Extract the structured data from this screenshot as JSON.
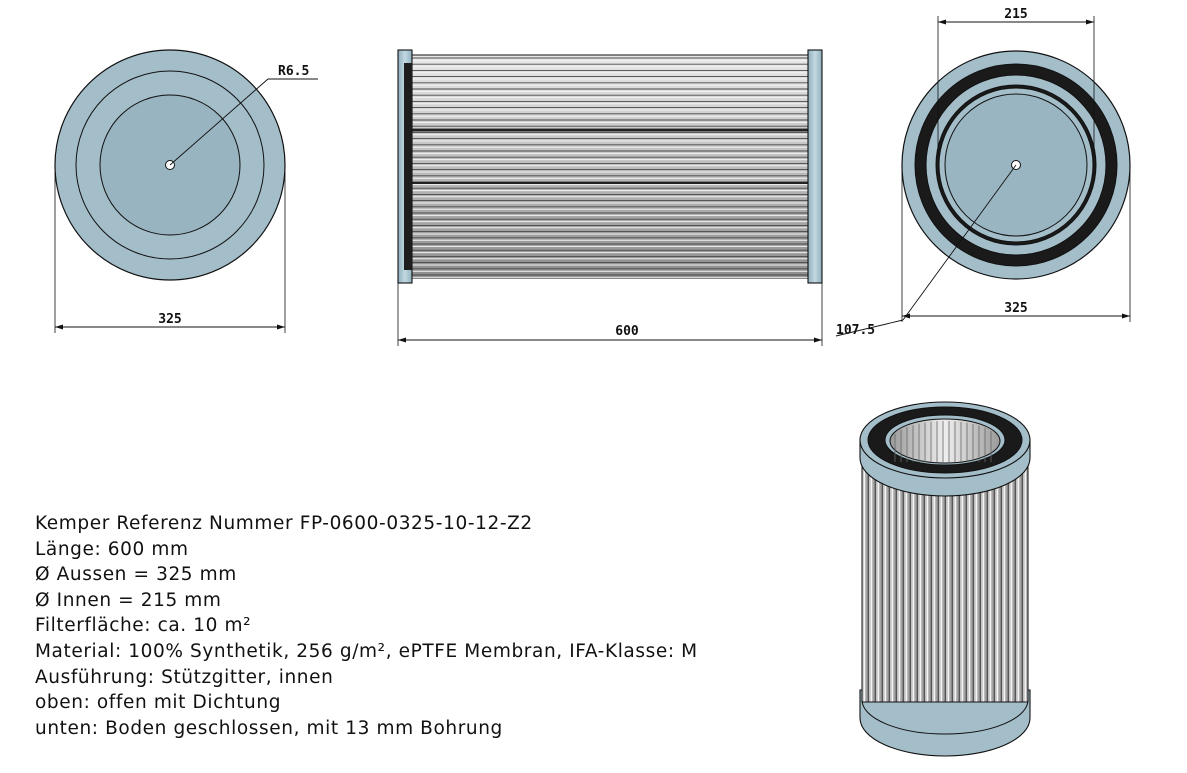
{
  "colors": {
    "filter_body": "#a3bdc9",
    "filter_dark": "#7d9aa8",
    "seal": "#1a1a1a",
    "line": "#111111"
  },
  "dimensions": {
    "outer_diameter_label": "325",
    "radius_label": "R6.5",
    "length_label": "600",
    "inner_diameter_label": "215",
    "outer_diameter_label_right": "325",
    "inner_radius_label": "107.5"
  },
  "spec": {
    "lines": [
      "Kemper Referenz Nummer FP-0600-0325-10-12-Z2",
      "Länge: 600 mm",
      "Ø Aussen = 325 mm",
      "Ø Innen = 215 mm",
      "Filterfläche: ca. 10 m²",
      "Material: 100% Synthetik, 256 g/m², ePTFE Membran, IFA-Klasse: M",
      "Ausführung: Stützgitter, innen",
      "oben: offen mit Dichtung",
      "unten: Boden geschlossen, mit 13 mm Bohrung"
    ]
  }
}
